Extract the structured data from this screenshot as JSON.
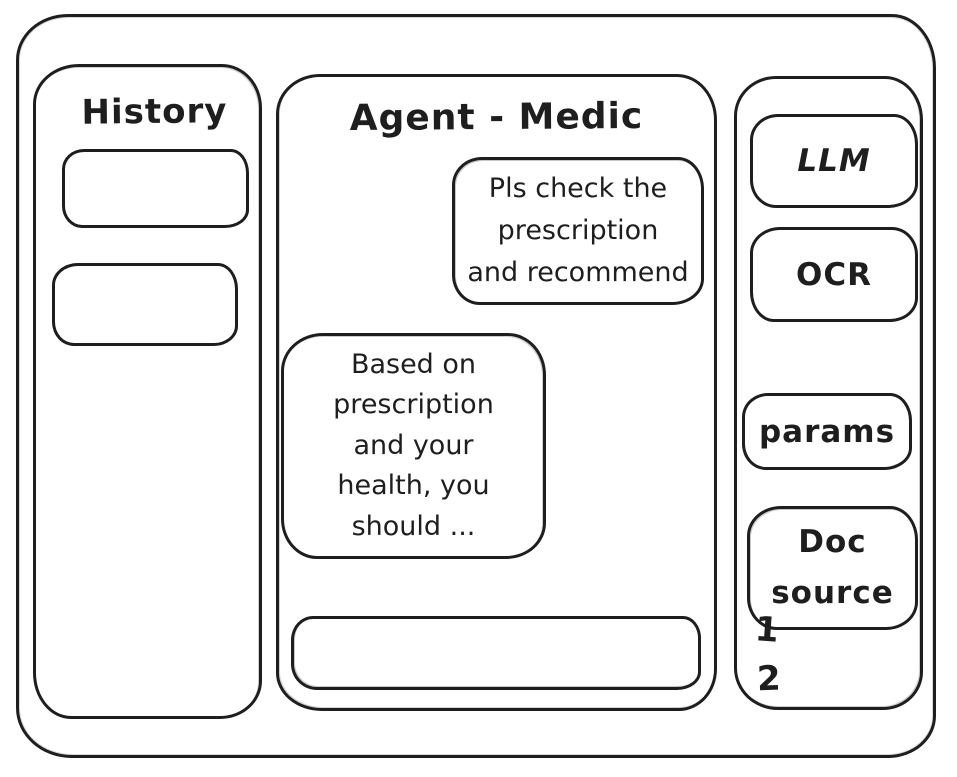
{
  "app": {
    "background_color": "#ffffff",
    "stroke_color": "#1e1e1e"
  },
  "history_panel": {
    "title": "History",
    "items": [
      {
        "label": ""
      },
      {
        "label": ""
      }
    ]
  },
  "chat_panel": {
    "title": "Agent - Medic",
    "messages": [
      {
        "role": "user",
        "text": "Pls check the\nprescription\nand recommend"
      },
      {
        "role": "agent",
        "text": "Based on\nprescription\nand your\nhealth, you\nshould ..."
      }
    ],
    "input_value": ""
  },
  "tools_panel": {
    "buttons": [
      {
        "id": "llm",
        "label": "LLM"
      },
      {
        "id": "ocr",
        "label": "OCR"
      },
      {
        "id": "params",
        "label": "params"
      },
      {
        "id": "doc-source",
        "label": "Doc\nsource"
      }
    ],
    "doc_source_items": [
      "1",
      "2"
    ]
  }
}
